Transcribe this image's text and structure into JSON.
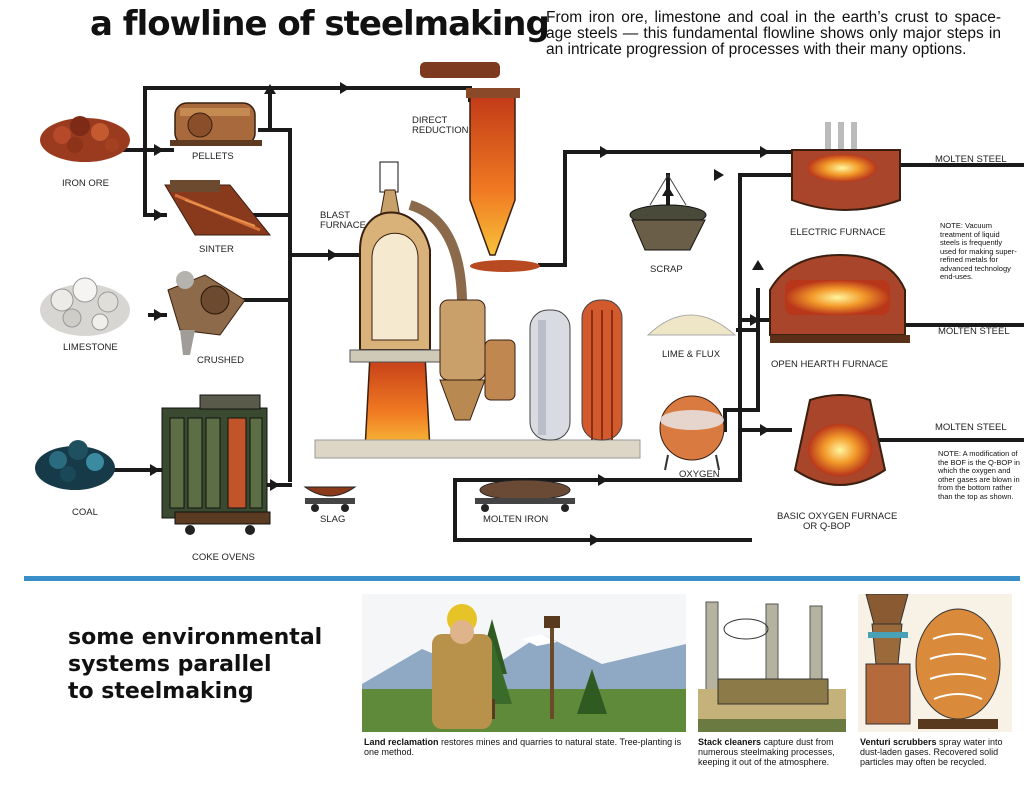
{
  "header": {
    "title": "a flowline of steelmaking",
    "intro": "From iron ore, limestone and coal in the earth’s crust to space-age steels — this fundamental flowline shows only major steps in an intricate progression of processes with their many options."
  },
  "labels": {
    "iron_ore": "IRON ORE",
    "pellets": "PELLETS",
    "sinter": "SINTER",
    "limestone": "LIMESTONE",
    "crushed": "CRUSHED",
    "coal": "COAL",
    "coke_ovens": "COKE OVENS",
    "direct_reduction_1": "DIRECT",
    "direct_reduction_2": "REDUCTION",
    "blast_furnace_1": "BLAST",
    "blast_furnace_2": "FURNACE",
    "slag": "SLAG",
    "molten_iron": "MOLTEN IRON",
    "scrap": "SCRAP",
    "lime_flux": "LIME & FLUX",
    "oxygen": "OXYGEN",
    "electric_furnace": "ELECTRIC FURNACE",
    "open_hearth_furnace": "OPEN HEARTH FURNACE",
    "bof_1": "BASIC OXYGEN FURNACE",
    "bof_2": "OR Q-BOP",
    "molten_steel_1": "MOLTEN STEEL",
    "molten_steel_2": "MOLTEN STEEL",
    "molten_steel_3": "MOLTEN STEEL"
  },
  "notes": {
    "note1": "NOTE: Vacuum treatment of liquid steels is frequently used for making super-refined metals for advanced technology end-uses.",
    "note2": "NOTE: A modification of the BOF is the Q-BOP in which the oxygen and other gases are blown in from the bottom rather than the top as shown."
  },
  "environment": {
    "title_line1": "some environmental",
    "title_line2": "systems parallel",
    "title_line3": "to steelmaking",
    "land_bold": "Land reclamation",
    "land_text": " restores mines and quarries to natural state. Tree-planting is one method.",
    "stack_bold": "Stack cleaners",
    "stack_text": " capture dust from numerous steelmaking processes, keeping it out of the atmosphere.",
    "venturi_bold": "Venturi scrubbers",
    "venturi_text": " spray water into dust-laden gases. Recovered solid particles may often be recycled."
  },
  "colors": {
    "divider": "#3a8fc9",
    "flow_line": "#1a1a1a",
    "molten": "#e0481c",
    "brick": "#b4532a"
  }
}
